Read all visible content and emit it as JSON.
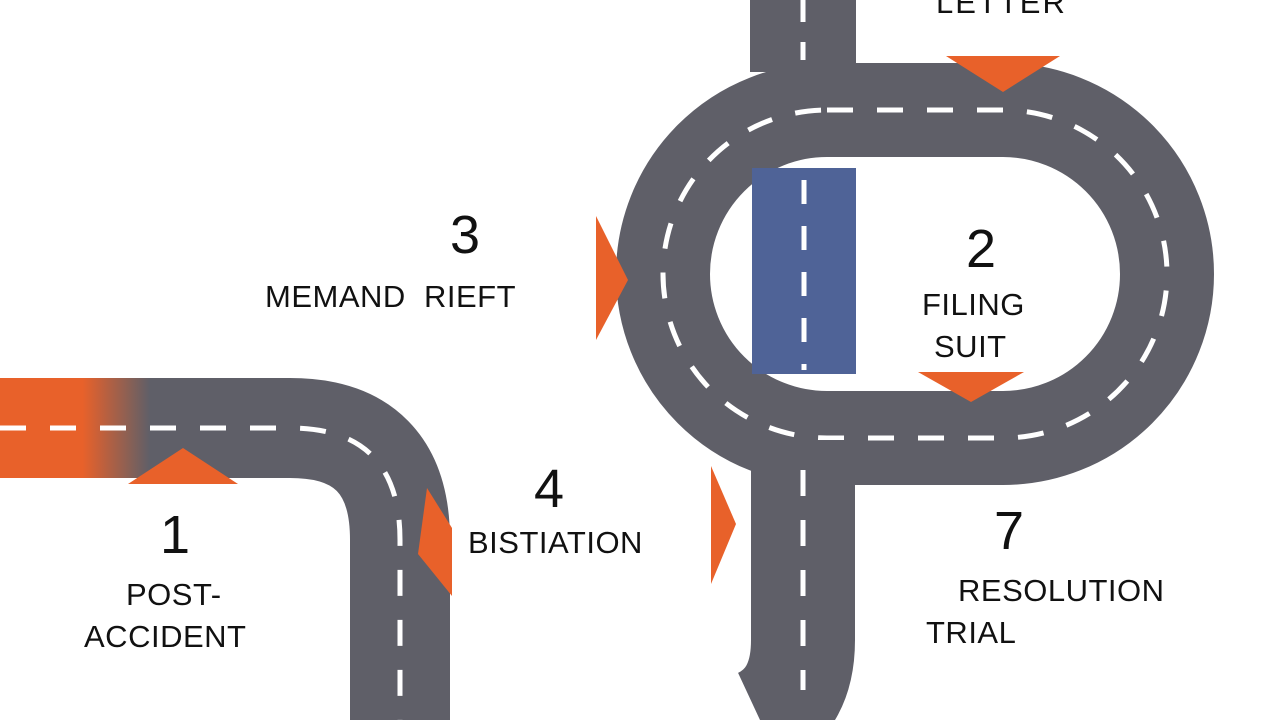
{
  "diagram": {
    "colors": {
      "road": "#5f5f68",
      "dash": "#ffffff",
      "marker": "#e8612a",
      "blue_lane": "#4f6397",
      "text": "#111111",
      "background": "#ffffff"
    },
    "steps": [
      {
        "number": "1",
        "label_lines": [
          "POST-",
          "ACCIDENT"
        ]
      },
      {
        "number": "2",
        "label_lines": [
          "FILING",
          "SUIT"
        ]
      },
      {
        "number": "3",
        "label_lines": [
          "MEMAND  RIEFT"
        ]
      },
      {
        "number": "4",
        "label_lines": [
          "BISTIATION"
        ]
      },
      {
        "number": "7",
        "label_lines": [
          "RESOLUTION",
          "TRIAL"
        ]
      }
    ],
    "top_label": "LETTER"
  }
}
